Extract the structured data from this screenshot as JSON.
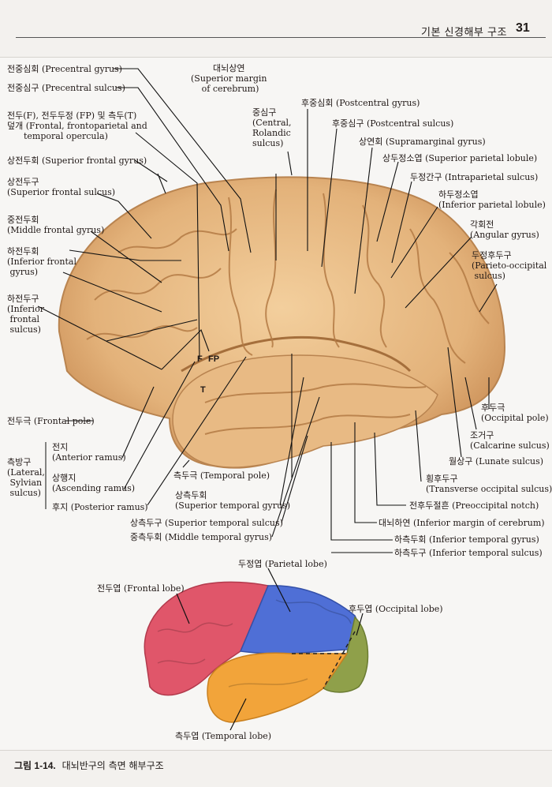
{
  "header": {
    "title": "기본 신경해부 구조",
    "page": "31"
  },
  "caption": {
    "figure": "그림 1-14.",
    "text": "대뇌반구의 측면 해부구조"
  },
  "top_labels": {
    "precentral_gyrus": "전중심회 (Precentral gyrus)",
    "precentral_sulcus": "전중심구 (Precentral sulcus)",
    "opercula": "전두(F), 전두두정 (FP) 및 측두(T)\n덮개 (Frontal, frontoparietal and\n      temporal opercula)",
    "superior_frontal_gyrus": "상전두회 (Superior frontal gyrus)",
    "superior_frontal_sulcus": "상전두구\n(Superior frontal sulcus)",
    "middle_frontal_gyrus": "중전두회\n(Middle frontal gyrus)",
    "inferior_frontal_gyrus": "하전두회\n(Inferior frontal\n gyrus)",
    "inferior_frontal_sulcus": "하전두구\n(Inferior\n frontal\n sulcus)",
    "frontal_pole": "전두극 (Frontal pole)",
    "lateral_sulcus": "측방구\n(Lateral,\n Sylvian\n sulcus)",
    "anterior_ramus": "전지\n(Anterior ramus)",
    "ascending_ramus": "상행지\n(Ascending ramus)",
    "posterior_ramus": "후지 (Posterior ramus)",
    "superior_margin": "대뇌상연\n(Superior margin\n of cerebrum)",
    "central_sulcus": "중심구\n(Central,\nRolandic\nsulcus)",
    "postcentral_gyrus": "후중심회 (Postcentral gyrus)",
    "postcentral_sulcus": "후중심구 (Postcentral sulcus)",
    "supramarginal_gyrus": "상연회 (Supramarginal  gyrus)",
    "superior_parietal_lobule": "상두정소엽 (Superior parietal lobule)",
    "intraparietal_sulcus": "두정간구 (Intraparietal sulcus)",
    "inferior_parietal_lobule": "하두정소엽\n(Inferior parietal lobule)",
    "angular_gyrus": "각회전\n(Angular gyrus)",
    "parieto_occipital_sulcus": "두정후두구\n(Parieto-occipital\n sulcus)",
    "occipital_pole": "후두극\n(Occipital pole)",
    "calcarine_sulcus": "조거구\n(Calcarine sulcus)",
    "lunate_sulcus": "월상구 (Lunate sulcus)",
    "transverse_occipital_sulcus": "횡후두구\n(Transverse occipital sulcus)",
    "preoccipital_notch": "전후두절흔 (Preoccipital notch)",
    "inferior_margin": "대뇌하연 (Inferior margin of cerebrum)",
    "inferior_temporal_gyrus": "하측두회 (Inferior temporal gyrus)",
    "inferior_temporal_sulcus": "하측두구 (Inferior temporal sulcus)",
    "temporal_pole": "측두극 (Temporal pole)",
    "superior_temporal_gyrus": "상측두회\n(Superior temporal gyrus)",
    "superior_temporal_sulcus": "상측두구 (Superior temporal sulcus)",
    "middle_temporal_gyrus": "중측두회 (Middle temporal gyrus)"
  },
  "opercula_marks": {
    "f": "F",
    "fp": "FP",
    "t": "T"
  },
  "lobes": {
    "parietal": "두정엽 (Parietal lobe)",
    "frontal": "전두엽 (Frontal lobe)",
    "occipital": "후두엽 (Occipital lobe)",
    "temporal": "측두엽 (Temporal lobe)"
  },
  "colors": {
    "brain": "#e3b27a",
    "frontal_lobe": "#e0566a",
    "parietal_lobe": "#4f6fd6",
    "occipital_lobe": "#8fa04a",
    "temporal_lobe": "#f2a43a"
  }
}
